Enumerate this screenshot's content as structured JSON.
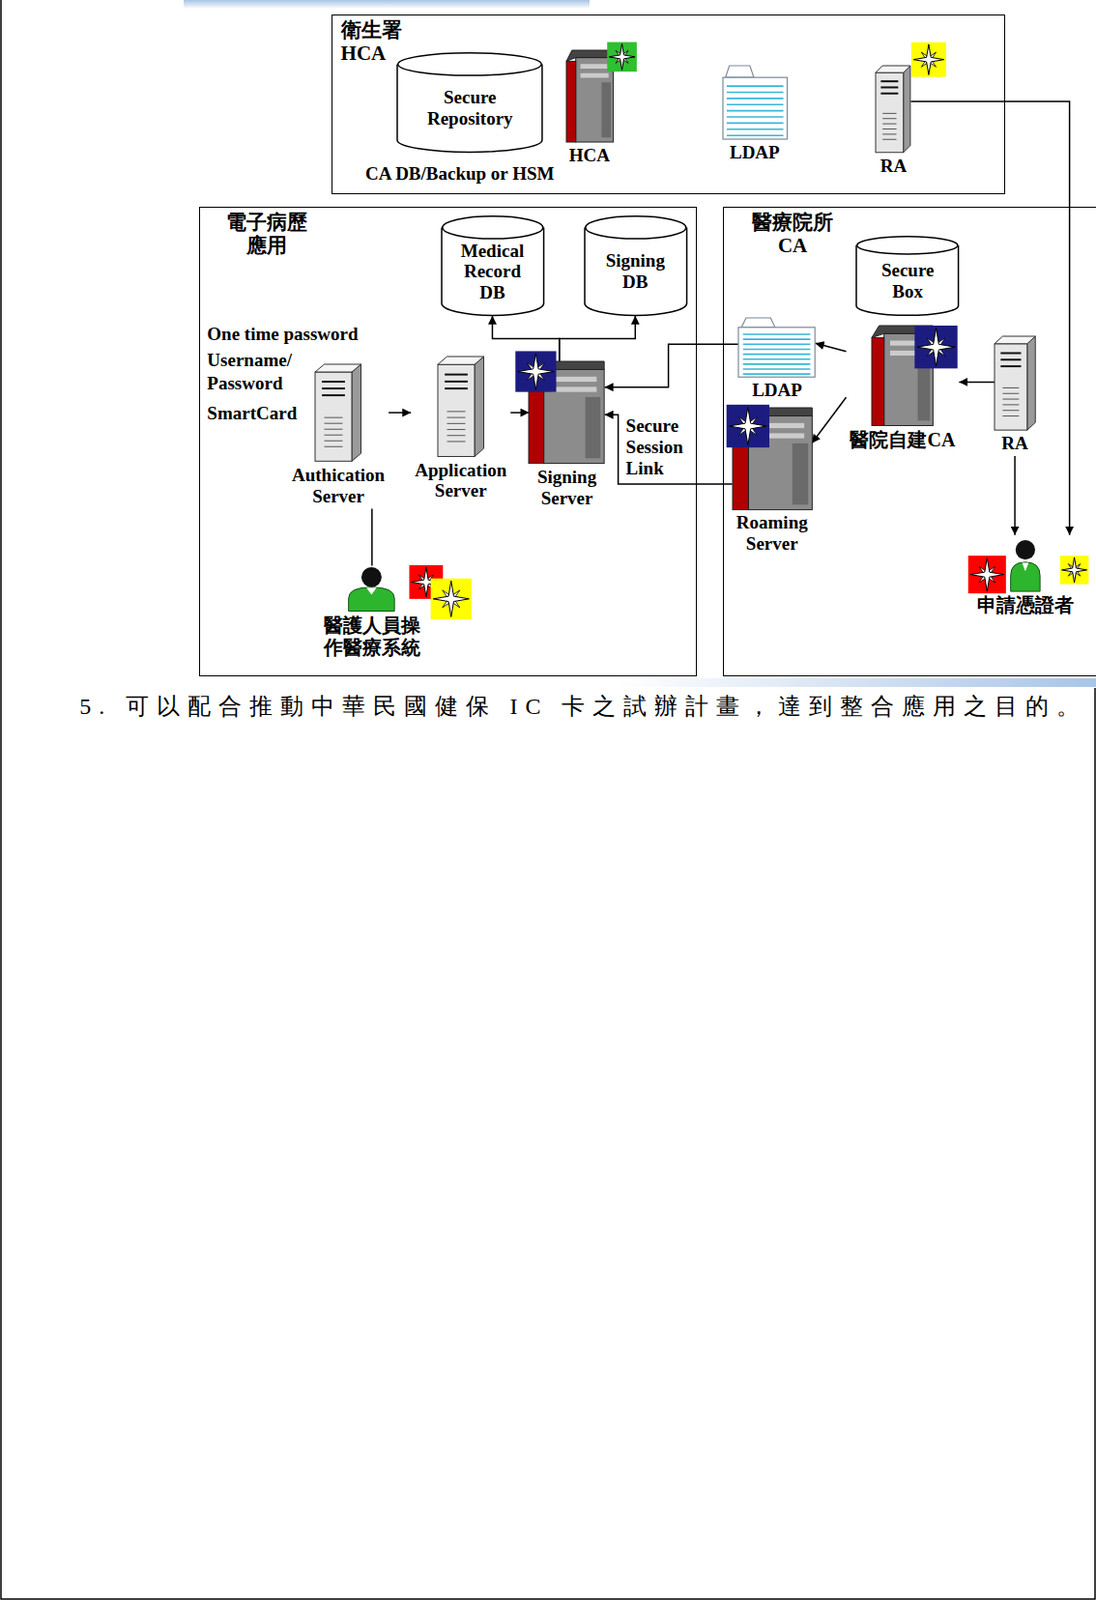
{
  "diagram": {
    "caption": "5. 可以配合推動中華民國健保 IC 卡之試辦計畫，達到整合應用之目的。",
    "nodes": [
      {
        "text": [
          "衛生署 HCA"
        ]
      },
      {
        "text": [
          "Secure Repository"
        ],
        "in": 0
      },
      {
        "text": [
          "HCA"
        ],
        "in": 0
      },
      {
        "text": [
          "LDAP"
        ],
        "in": 0
      },
      {
        "text": [
          "RA"
        ],
        "in": 0
      },
      {
        "text": [
          "電子病歷 應用"
        ]
      },
      {
        "text": [
          "Medical Record DB"
        ],
        "in": 5
      },
      {
        "text": [
          "Signing DB"
        ],
        "in": 5
      },
      {
        "text": [
          "Authication Server"
        ],
        "in": 5
      },
      {
        "text": [
          "Application Server"
        ],
        "in": 5
      },
      {
        "text": [
          "Signing Server"
        ],
        "in": 5
      },
      {
        "text": [
          "醫護人員操 作醫療系統"
        ],
        "in": 5
      },
      {
        "text": [
          "醫療院所 CA"
        ]
      },
      {
        "text": [
          "Secure Box"
        ],
        "in": 12
      },
      {
        "text": [
          "LDAP"
        ],
        "in": 12
      },
      {
        "text": [
          "醫院自建CA"
        ],
        "in": 12
      },
      {
        "text": [
          "RA"
        ],
        "in": 12
      },
      {
        "text": [
          "Roaming Server"
        ],
        "in": 12
      },
      {
        "text": [
          "申請憑證者"
        ],
        "in": 12
      }
    ],
    "edges": [
      {
        "from": 4,
        "to": 18,
        "arrow": "to"
      },
      {
        "from": 8,
        "to": 9,
        "arrow": "to"
      },
      {
        "from": 9,
        "to": 10,
        "arrow": "to"
      },
      {
        "from": 10,
        "to": 6,
        "arrow": "to"
      },
      {
        "from": 10,
        "to": 7,
        "arrow": "to"
      },
      {
        "from": 14,
        "to": 10,
        "arrow": "to"
      },
      {
        "from": 17,
        "to": 10,
        "label": "Secure Session Link",
        "arrow": "to"
      },
      {
        "from": 15,
        "to": 14,
        "arrow": "to"
      },
      {
        "from": 15,
        "to": 17,
        "arrow": "to"
      },
      {
        "from": 16,
        "to": 15,
        "arrow": "to"
      },
      {
        "from": 16,
        "to": 18,
        "arrow": "to"
      },
      {
        "from": 8,
        "to": 11,
        "arrow": "none"
      }
    ],
    "labels": [
      "CA DB/Backup or HSM",
      "One time password",
      "Username/ Password",
      "SmartCard"
    ]
  }
}
